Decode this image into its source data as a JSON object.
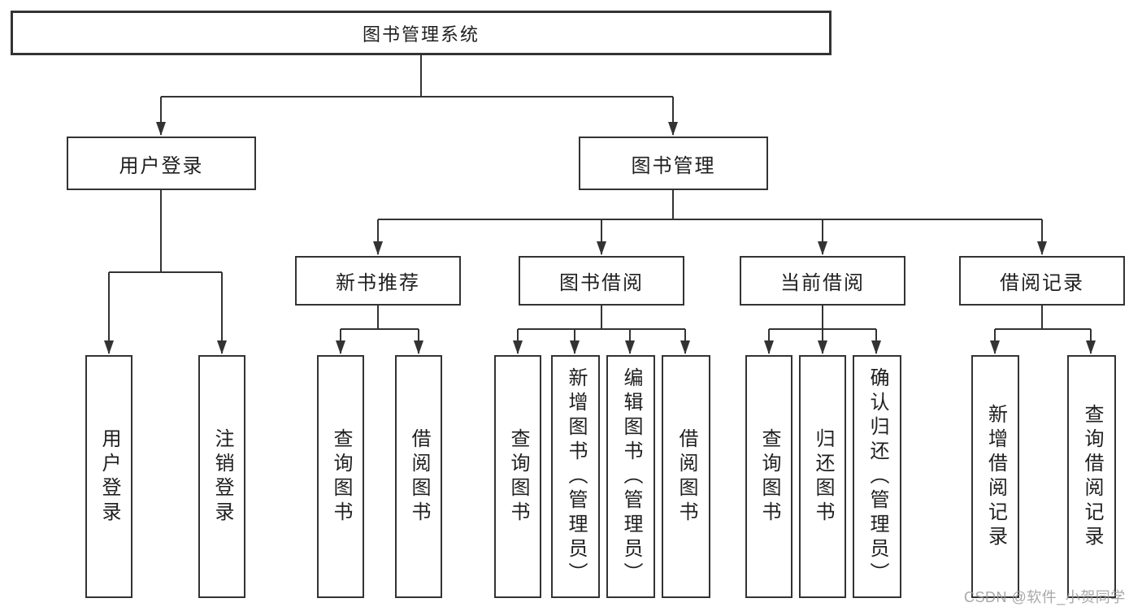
{
  "root": {
    "label": "图书管理系统"
  },
  "level2": [
    {
      "label": "用户登录",
      "children": [
        "用户登录",
        "注销登录"
      ]
    },
    {
      "label": "图书管理"
    }
  ],
  "level3": [
    {
      "label": "新书推荐",
      "children": [
        "查询图书",
        "借阅图书"
      ]
    },
    {
      "label": "图书借阅",
      "children": [
        "查询图书",
        "新增图书（管理员）",
        "编辑图书（管理员）",
        "借阅图书"
      ]
    },
    {
      "label": "当前借阅",
      "children": [
        "查询图书",
        "归还图书",
        "确认归还（管理员）"
      ]
    },
    {
      "label": "借阅记录",
      "children": [
        "新增借阅记录",
        "查询借阅记录"
      ]
    }
  ],
  "watermark": "CSDN @软件_小贺同学"
}
